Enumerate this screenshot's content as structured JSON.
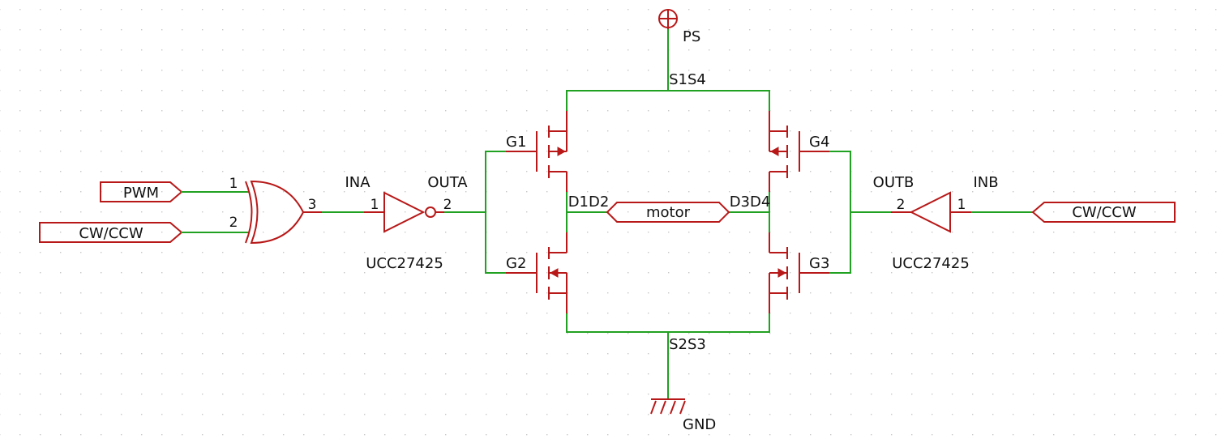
{
  "colors": {
    "wire": "#21a121",
    "symbol": "#b81818",
    "text": "#111111",
    "grid": "#c8c8c8",
    "background": "#ffffff"
  },
  "ports": {
    "pwm": "PWM",
    "cwccw_left": "CW/CCW",
    "cwccw_right": "CW/CCW",
    "motor": "motor"
  },
  "xor": {
    "pin1": "1",
    "pin2": "2",
    "pin3": "3"
  },
  "driver_a": {
    "in_net": "INA",
    "out_net": "OUTA",
    "pin_in": "1",
    "pin_out": "2",
    "part": "UCC27425"
  },
  "driver_b": {
    "in_net": "INB",
    "out_net": "OUTB",
    "pin_in": "1",
    "pin_out": "2",
    "part": "UCC27425"
  },
  "nets": {
    "s1s4": "S1S4",
    "s2s3": "S2S3",
    "d1d2": "D1D2",
    "d3d4": "D3D4"
  },
  "gates": {
    "g1": "G1",
    "g2": "G2",
    "g3": "G3",
    "g4": "G4"
  },
  "power": {
    "ps": "PS",
    "gnd": "GND"
  },
  "icons": [
    "power-supply-symbol",
    "ground-symbol",
    "xor-gate-symbol",
    "inverter-symbol",
    "buffer-symbol",
    "mosfet-symbol"
  ]
}
